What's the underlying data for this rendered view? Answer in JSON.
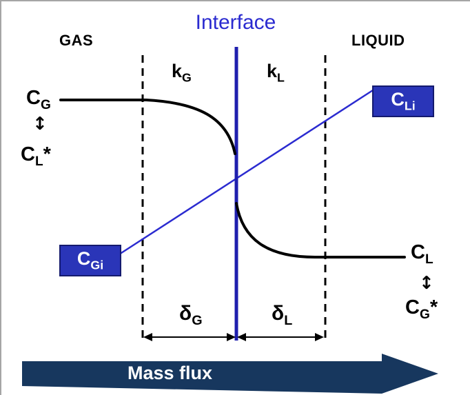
{
  "colors": {
    "blue": "#2b2bd0",
    "dark_blue": "#1f1fae",
    "box_bg": "#2a35b8",
    "box_border": "#141a6e",
    "navy": "#17375e"
  },
  "title": {
    "interface": "Interface"
  },
  "phases": {
    "gas": "GAS",
    "liquid": "LIQUID"
  },
  "film_coefficients": {
    "gas": {
      "base": "k",
      "sub": "G"
    },
    "liquid": {
      "base": "k",
      "sub": "L"
    }
  },
  "concentrations": {
    "bulk_gas": {
      "base": "C",
      "sub": "G"
    },
    "equilibrium_liquid": {
      "base": "C",
      "sub": "L",
      "sup": "*"
    },
    "interface_liquid": {
      "base": "C",
      "sub": "Li"
    },
    "interface_gas": {
      "base": "C",
      "sub": "Gi"
    },
    "bulk_liquid": {
      "base": "C",
      "sub": "L"
    },
    "equilibrium_gas": {
      "base": "C",
      "sub": "G",
      "sup": "*"
    }
  },
  "equilibrium_arrows": {
    "left": "↕",
    "right": "↕"
  },
  "film_thicknesses": {
    "gas": {
      "base": "δ",
      "sub": "G"
    },
    "liquid": {
      "base": "δ",
      "sub": "L"
    }
  },
  "footer": {
    "mass_flux": "Mass flux"
  }
}
